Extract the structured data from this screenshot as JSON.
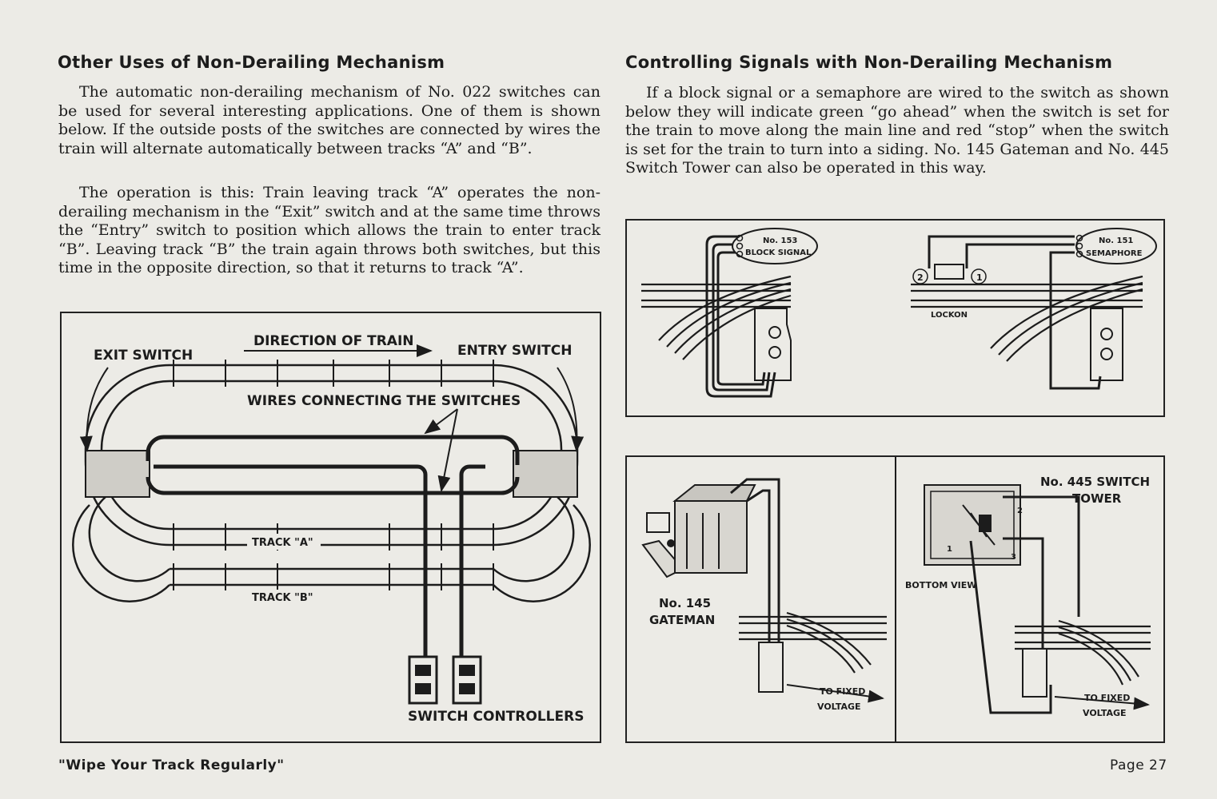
{
  "left": {
    "heading": "Other Uses of Non-Derailing Mechanism",
    "paragraphs": [
      "The automatic non-derailing mechanism of No. 022 switches can be used for several interesting applications. One of them is shown below. If the outside posts of the switches are connected by wires the train will alternate automatically between tracks “A” and “B”.",
      "The operation is this: Train leaving track “A” operates the non-derailing mechanism in the “Exit” switch and at the same time throws the “Entry” switch to position which allows the train to enter track “B”. Leaving track “B” the train again throws both switches, but this time in the opposite direction, so that it returns to track “A”."
    ],
    "figure": {
      "direction": "DIRECTION OF TRAIN",
      "exit": "EXIT SWITCH",
      "entry": "ENTRY SWITCH",
      "wires": "WIRES CONNECTING THE SWITCHES",
      "track_a": "TRACK \"A\"",
      "track_b": "TRACK \"B\"",
      "controllers": "SWITCH CONTROLLERS"
    }
  },
  "right": {
    "heading": "Controlling Signals with Non-Derailing Mechanism",
    "paragraph": "If a block signal or a semaphore are wired to the switch as shown below they will indicate green “go ahead” when the switch is set for the train to move along the main line and red “stop” when the switch is set for the train to turn into a siding. No. 145 Gateman and No. 445 Switch Tower can also be operated in this way.",
    "fig_top": {
      "block_signal_no": "No. 153",
      "block_signal": "BLOCK SIGNAL",
      "semaphore_no": "No. 151",
      "semaphore": "SEMAPHORE",
      "lockon": "LOCKON",
      "post_1": "1",
      "post_2": "2"
    },
    "fig_bottom": {
      "gateman_no": "No. 145",
      "gateman": "GATEMAN",
      "voltage_to": "TO FIXED",
      "voltage": "VOLTAGE",
      "tower_line1": "No. 445 SWITCH",
      "tower_line2": "TOWER",
      "bottom_view": "BOTTOM VIEW",
      "term_1": "1",
      "term_2": "2",
      "term_3": "3"
    }
  },
  "footer": {
    "slogan": "\"Wipe Your Track Regularly\"",
    "page": "Page 27"
  }
}
